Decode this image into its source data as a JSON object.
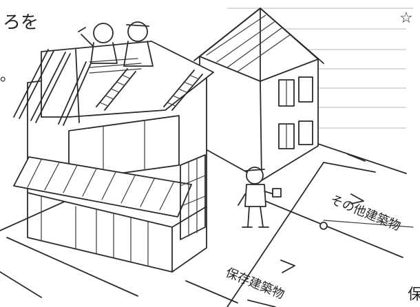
{
  "page": {
    "top_left_text": "ろを",
    "bullet_text": "。",
    "star_symbol": "☆",
    "bottom_right_char": "保"
  },
  "labels": {
    "other_buildings": "その他建築物",
    "preserved_buildings": "保存建築物"
  },
  "colors": {
    "ink": "#2a2a2a",
    "background": "#ffffff",
    "faint_text": "#c8c8c8"
  }
}
